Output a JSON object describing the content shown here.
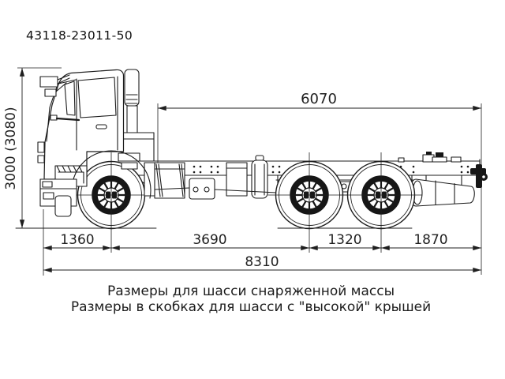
{
  "title": "43118-23011-50",
  "dimensions": {
    "frame_length_behind_cab": "6070",
    "overall_height": "3000 (3080)",
    "front_overhang": "1360",
    "wheelbase": "3690",
    "rear_bogie_spacing": "1320",
    "rear_overhang": "1870",
    "overall_length": "8310"
  },
  "notes": {
    "line1": "Размеры для шасси снаряженной массы",
    "line2": "Размеры в скобках для шасси с \"высокой\" крышей"
  },
  "colors": {
    "line": "#1f1f1f",
    "background": "#ffffff"
  }
}
